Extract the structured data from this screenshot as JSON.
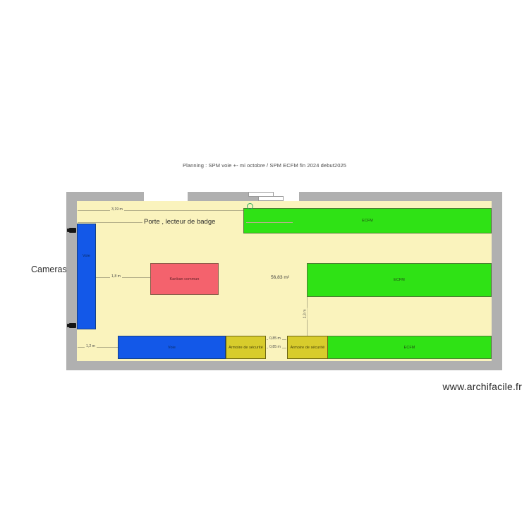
{
  "document": {
    "title": "Planning : SPM voie +- mi octobre / SPM ECFM fin 2024 debut2025",
    "watermark": "www.archifacile.fr"
  },
  "annotations": {
    "cameras_label": "Cameras",
    "door_label": "Porte , lecteur de badge",
    "area_label": "56,83 m²"
  },
  "dimensions": {
    "top_width": "3,19 m",
    "voie_offset": "1,8 m",
    "bottom_left": "1,2 m",
    "cabinet_gap_upper": "0,85 m",
    "cabinet_gap_lower": "0,85 m",
    "vertical_gap": "1,3 m"
  },
  "zones": [
    {
      "id": "ecfm-top",
      "label": "ECFM",
      "color": "#2FE215"
    },
    {
      "id": "ecfm-middle",
      "label": "ECFM",
      "color": "#2FE215"
    },
    {
      "id": "ecfm-bottom",
      "label": "ECFM",
      "color": "#2FE215"
    },
    {
      "id": "voie-left",
      "label": "Voie",
      "color": "#1358E8"
    },
    {
      "id": "voie-bottom",
      "label": "Voie",
      "color": "#1358E8"
    },
    {
      "id": "kanban-commun",
      "label": "Kanban commun",
      "color": "#F4626D"
    },
    {
      "id": "armoire-1",
      "label": "Armoire de sécurité",
      "color": "#D8CC2C"
    },
    {
      "id": "armoire-2",
      "label": "Armoire de sécurité",
      "color": "#D8CC2C"
    }
  ],
  "palette": {
    "wall": "#B0B0B0",
    "floor": "#FAF3BD",
    "green": "#2FE215",
    "blue": "#1358E8",
    "red": "#F4626D",
    "yellow": "#D8CC2C",
    "dimension_line": "#B5B08A",
    "badge_reader": "#2FAA5E"
  }
}
